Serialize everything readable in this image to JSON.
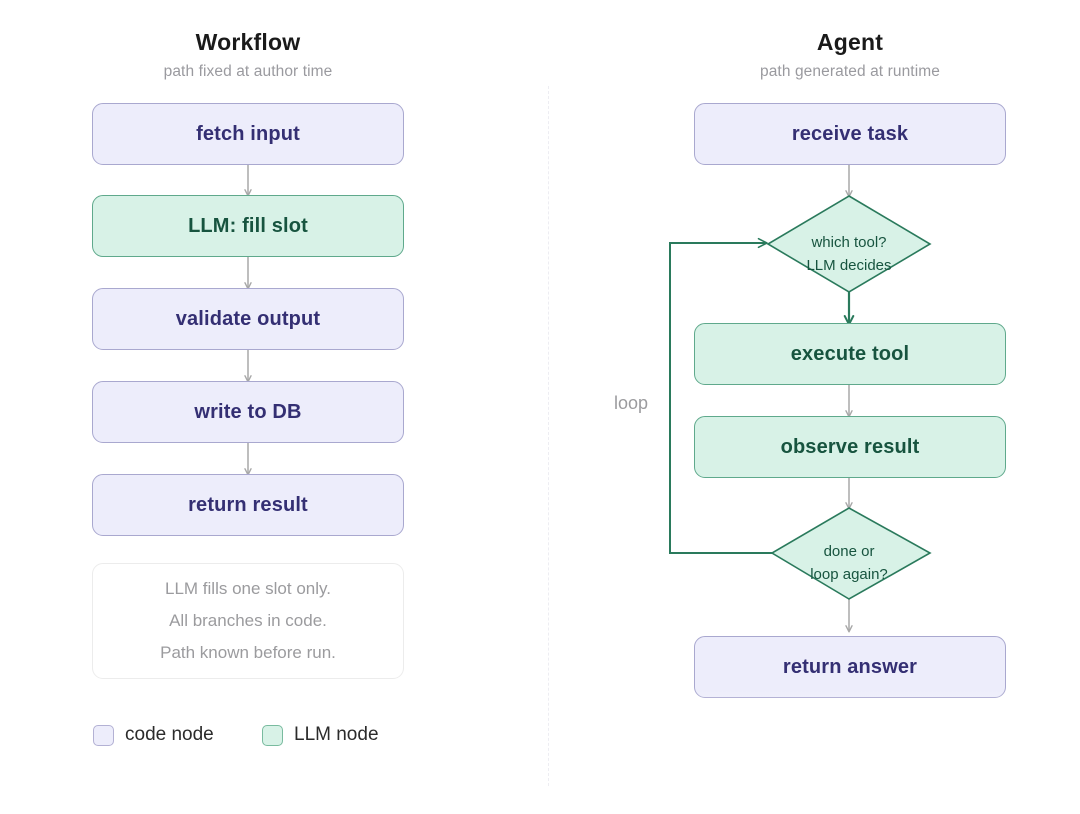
{
  "columns": {
    "workflow": {
      "title": "Workflow",
      "subtitle": "path fixed at author time",
      "nodes": [
        {
          "label": "fetch input",
          "kind": "code"
        },
        {
          "label": "LLM: fill slot",
          "kind": "llm"
        },
        {
          "label": "validate output",
          "kind": "code"
        },
        {
          "label": "write to DB",
          "kind": "code"
        },
        {
          "label": "return result",
          "kind": "code"
        }
      ],
      "note": [
        "LLM fills one slot only.",
        "All branches in code.",
        "Path known before run."
      ]
    },
    "agent": {
      "title": "Agent",
      "subtitle": "path generated at runtime",
      "nodes": [
        {
          "label": "receive task",
          "kind": "code"
        },
        {
          "label": "execute tool",
          "kind": "llm"
        },
        {
          "label": "observe result",
          "kind": "llm"
        },
        {
          "label": "return answer",
          "kind": "code"
        }
      ],
      "decisions": [
        {
          "line1": "which tool?",
          "line2": "LLM decides"
        },
        {
          "line1": "done or",
          "line2": "loop again?"
        }
      ],
      "loop_label": "loop"
    }
  },
  "legend": [
    {
      "label": "code node",
      "kind": "code",
      "color": "#ededfb"
    },
    {
      "label": "LLM node",
      "kind": "llm",
      "color": "#d8f2e7"
    }
  ],
  "colors": {
    "code_fill": "#ededfb",
    "code_border": "#a9a8cf",
    "code_text": "#342f73",
    "llm_fill": "#d8f2e7",
    "llm_border": "#5fa98c",
    "llm_text": "#17543f",
    "arrow_gray": "#a8a8a8",
    "arrow_green": "#2a7a5c",
    "muted_text": "#9b9b9e",
    "divider": "#ededf2"
  }
}
